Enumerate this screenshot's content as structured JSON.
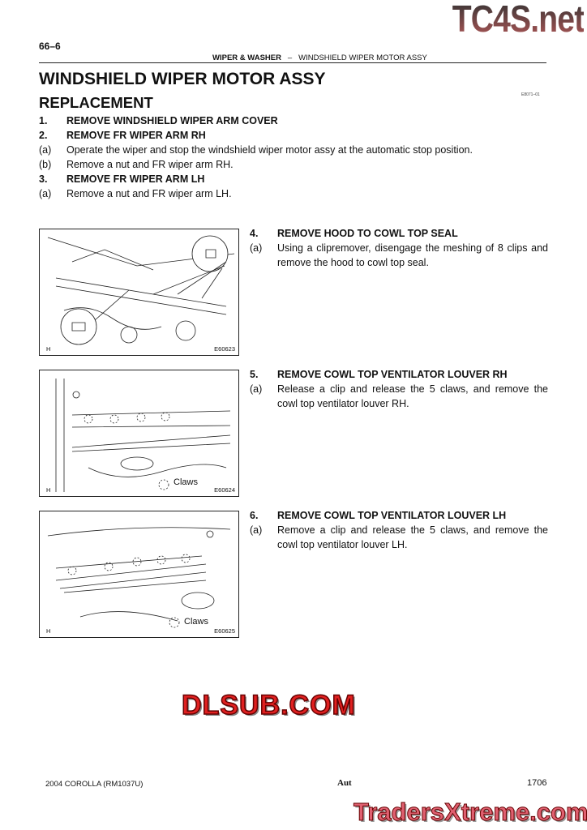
{
  "watermarks": {
    "top": "TC4S.net",
    "middle": "DLSUB.COM",
    "bottom": "TradersXtreme.com"
  },
  "header": {
    "page_number": "66–6",
    "section": "WIPER & WASHER",
    "separator": "–",
    "subsection": "WINDSHIELD WIPER MOTOR ASSY"
  },
  "title": "WINDSHIELD WIPER MOTOR ASSY",
  "subtitle": "REPLACEMENT",
  "doc_code": "E8071–01",
  "steps": [
    {
      "n": "1.",
      "t": "REMOVE WINDSHIELD WIPER ARM COVER",
      "bold": true
    },
    {
      "n": "2.",
      "t": "REMOVE FR WIPER ARM RH",
      "bold": true
    },
    {
      "n": "(a)",
      "t": "Operate the wiper and stop the windshield wiper motor assy at the automatic stop position."
    },
    {
      "n": "(b)",
      "t": "Remove a nut and FR wiper arm RH."
    },
    {
      "n": "3.",
      "t": "REMOVE FR WIPER ARM LH",
      "bold": true
    },
    {
      "n": "(a)",
      "t": "Remove a nut and FR wiper arm LH."
    }
  ],
  "figures": [
    {
      "corner": "H",
      "id": "E60623",
      "step": {
        "n": "4.",
        "t": "REMOVE HOOD TO COWL TOP SEAL"
      },
      "sub": {
        "n": "(a)",
        "t": "Using a clipremover, disengage the meshing of 8 clips and remove the hood to cowl top seal."
      }
    },
    {
      "corner": "H",
      "id": "E60624",
      "legend": "Claws",
      "step": {
        "n": "5.",
        "t": "REMOVE COWL TOP VENTILATOR LOUVER RH"
      },
      "sub": {
        "n": "(a)",
        "t": "Release a clip and release the 5 claws, and remove the cowl top ventilator louver RH."
      }
    },
    {
      "corner": "H",
      "id": "E60625",
      "legend": "Claws",
      "step": {
        "n": "6.",
        "t": "REMOVE COWL TOP VENTILATOR LOUVER LH"
      },
      "sub": {
        "n": "(a)",
        "t": "Remove a clip and release the 5 claws, and remove the cowl top ventilator louver LH."
      }
    }
  ],
  "footer": {
    "model": "2004 COROLLA   (RM1037U)",
    "author": "Aut",
    "page": "1706"
  }
}
